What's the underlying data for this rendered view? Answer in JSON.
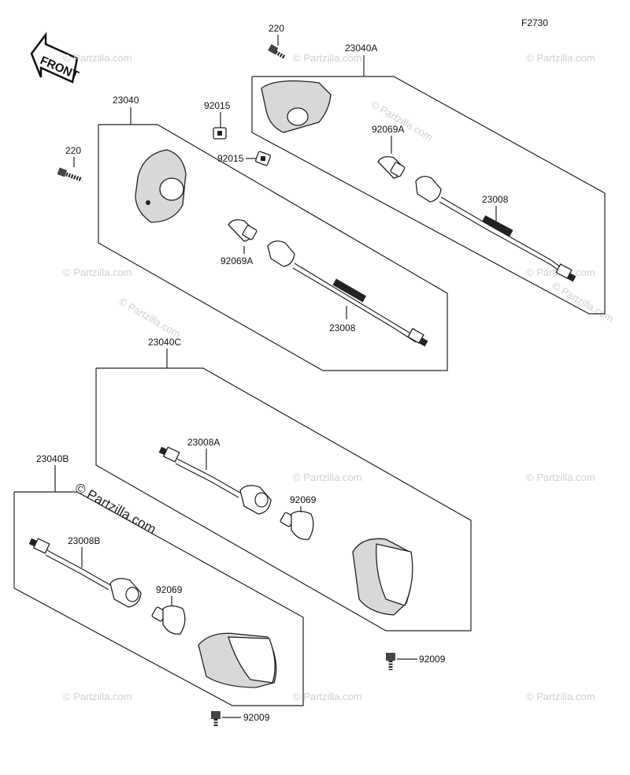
{
  "figure_code": "F2730",
  "front_label": "FRONT",
  "watermark": "© Partzilla.com",
  "watermark_main": "© Partzilla.com",
  "callouts": {
    "c220_top": "220",
    "c23040A": "23040A",
    "c92015_a": "92015",
    "c23040": "23040",
    "c92069A_top": "92069A",
    "c92015_b": "92015",
    "c220_left": "220",
    "c23008_top": "23008",
    "c92069A_mid": "92069A",
    "c23008_mid": "23008",
    "c23040C": "23040C",
    "c23008A": "23008A",
    "c92069_c": "92069",
    "c23040B": "23040B",
    "c23008B": "23008B",
    "c92069_b": "92069",
    "c92009_right": "92009",
    "c92009_bottom": "92009"
  }
}
